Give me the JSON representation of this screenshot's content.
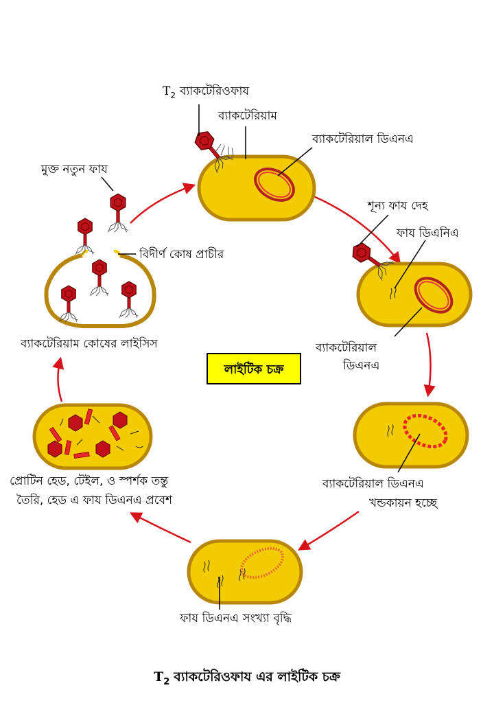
{
  "labels": {
    "t2_phage_prefix": "T",
    "t2_phage_sub": "2",
    "t2_phage_name": "ব্যাকটেরিওফায",
    "bacterium": "ব্যাকটেরিয়াম",
    "bacterial_dna_top": "ব্যাকটেরিয়াল ডিএনএ",
    "empty_phage_body": "শূন্য ফায দেহ",
    "phage_dna": "ফায ডিএনিএ",
    "bacterial_dna_line1": "ব্যাকটেরিয়াল",
    "bacterial_dna_line2": "ডিএনএ",
    "fragmenting_line1": "ব্যাকটেরিয়াল ডিএনএ",
    "fragmenting_line2": "খন্ডকায়ন হচ্ছে",
    "replication": "ফায ডিএনএ সংখ্যা বৃদ্ধি",
    "assembly_line1": "প্রোটিন হেড, টেইল, ও স্পর্শক তন্তু",
    "assembly_line2": "তৈরি, হেড এ ফায ডিএনএ প্রবেশ",
    "lysis": "ব্যাকটেরিয়াম কোষের লাইসিস",
    "free_new_phage": "মুক্ত নতুন ফায",
    "ruptured_wall": "বিদীর্ণ কোষ প্রাচীর"
  },
  "center_box": "লাইটিক চক্র",
  "caption": {
    "prefix": "T",
    "sub": "2",
    "text": "ব্যাকটেরিওফায এর লাইটিক চক্র"
  },
  "colors": {
    "cytoplasm": "#f2cc00",
    "cell_wall": "#b8860b",
    "dna": "#b22222",
    "arrow": "#d8121a",
    "phage_head": "#c0111a",
    "center_box_fill": "#ffff00"
  },
  "icons": [
    "phage-icon",
    "cycle-arrow-icon",
    "bacterium-cell-icon"
  ]
}
